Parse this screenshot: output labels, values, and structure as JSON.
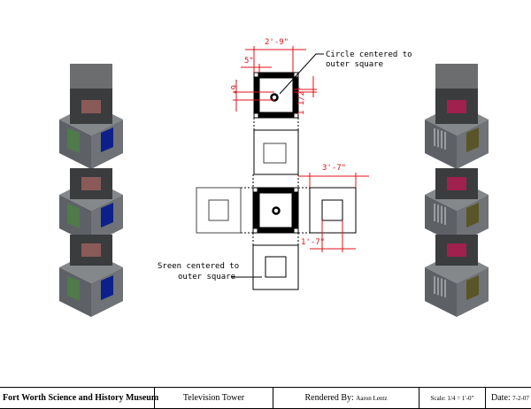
{
  "drawing": {
    "dimensions": {
      "outer_width": "2'-9\"",
      "corner": "5\"",
      "offset": "6\"",
      "frame": "1 1/2\"",
      "side_width": "3'-7\"",
      "screen_width": "1'-7\""
    },
    "notes": {
      "circle_line1": "Circle centered to",
      "circle_line2": "outer square",
      "screen_line1": "Sreen centered to",
      "screen_line2": "outer square"
    },
    "colors": {
      "dimension": "#e0101a",
      "line": "#000000"
    }
  },
  "title_block": {
    "museum": "Fort Worth Science and History Museum",
    "title": "Television Tower",
    "rendered_label": "Rendered By:",
    "author": "Aaron Lentz",
    "scale": "Scale: 1/4 = 1'-0\"",
    "date_label": "Date:",
    "date": "7-2-07"
  }
}
